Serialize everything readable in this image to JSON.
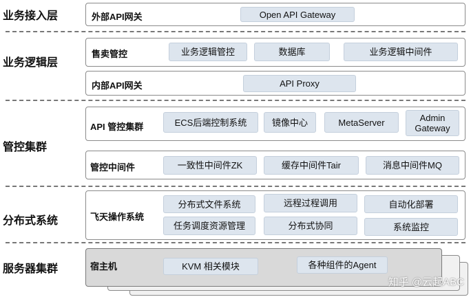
{
  "layers": {
    "access": {
      "label": "业务接入层"
    },
    "logic": {
      "label": "业务逻辑层"
    },
    "control": {
      "label": "管控集群"
    },
    "distributed": {
      "label": "分布式系统"
    },
    "server": {
      "label": "服务器集群"
    }
  },
  "boxes": {
    "external_gateway": {
      "label": "外部API网关",
      "items": [
        "Open API Gateway"
      ]
    },
    "sales_control": {
      "label": "售卖管控",
      "items": [
        "业务逻辑管控",
        "数据库",
        "业务逻辑中间件"
      ]
    },
    "internal_gateway": {
      "label": "内部API网关",
      "items": [
        "API Proxy"
      ]
    },
    "api_control_cluster": {
      "label": "API 管控集群",
      "items": [
        "ECS后端控制系统",
        "镜像中心",
        "MetaServer",
        "Admin\nGateway"
      ]
    },
    "control_middleware": {
      "label": "管控中间件",
      "items": [
        "一致性中间件ZK",
        "缓存中间件Tair",
        "消息中间件MQ"
      ]
    },
    "feitian": {
      "label": "飞天操作系统",
      "items": [
        "分布式文件系统",
        "远程过程调用",
        "自动化部署",
        "任务调度资源管理",
        "分布式协同",
        "系统监控"
      ]
    },
    "host": {
      "label": "宿主机",
      "items": [
        "KVM 相关模块",
        "各种组件的Agent"
      ]
    }
  },
  "watermark": "知乎 @云起ABC"
}
